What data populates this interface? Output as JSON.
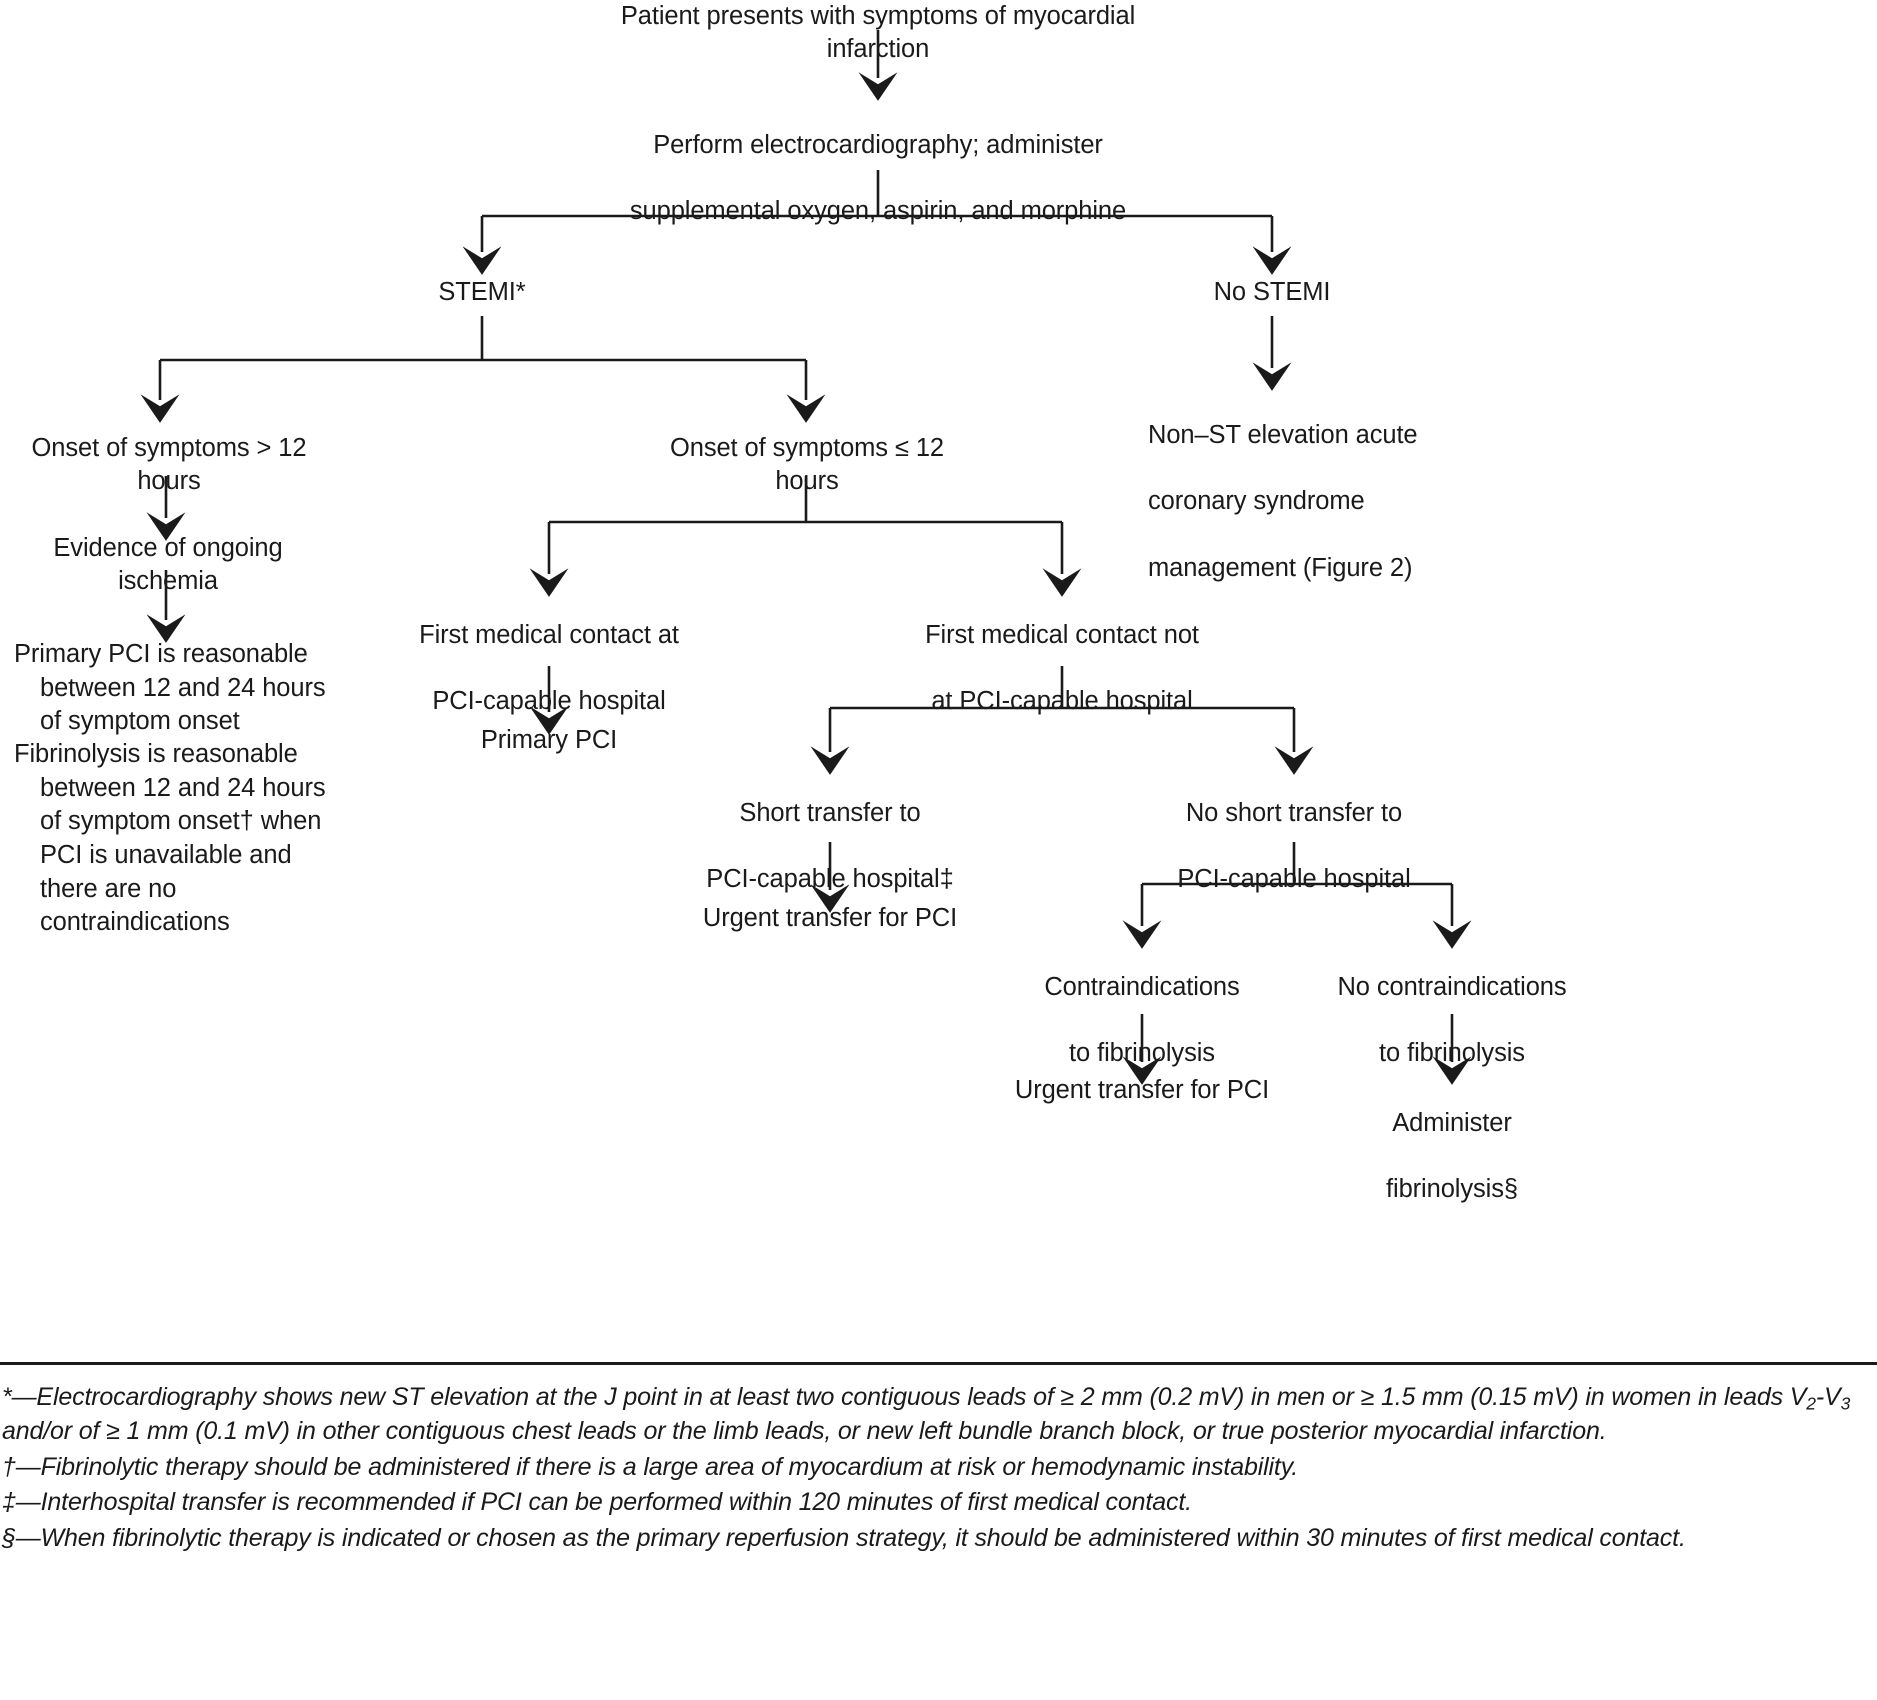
{
  "chart_data": {
    "type": "diagram",
    "title": "Management of suspected myocardial infarction",
    "diagram_kind": "clinical-decision-flowchart",
    "nodes": [
      {
        "id": "n1",
        "label": "Patient presents with symptoms of myocardial infarction"
      },
      {
        "id": "n2",
        "label": "Perform electrocardiography; administer\nsupplemental oxygen, aspirin, and morphine"
      },
      {
        "id": "n3",
        "label": "STEMI*"
      },
      {
        "id": "n4",
        "label": "No STEMI"
      },
      {
        "id": "n5",
        "label": "Non–ST elevation acute\ncoronary syndrome\nmanagement (Figure 2)"
      },
      {
        "id": "n6",
        "label": "Onset of symptoms > 12 hours"
      },
      {
        "id": "n7",
        "label": "Onset of symptoms ≤ 12 hours"
      },
      {
        "id": "n8",
        "label": "Evidence of ongoing ischemia"
      },
      {
        "id": "n9",
        "label": "Primary PCI is reasonable between 12 and 24 hours of symptom onset"
      },
      {
        "id": "n10",
        "label": "Fibrinolysis is reasonable between 12 and 24 hours of symptom onset† when PCI is unavailable and there are no contraindications"
      },
      {
        "id": "n11",
        "label": "First medical contact at\nPCI-capable hospital"
      },
      {
        "id": "n12",
        "label": "First medical contact not\nat PCI-capable hospital"
      },
      {
        "id": "n13",
        "label": "Primary PCI"
      },
      {
        "id": "n14",
        "label": "Short transfer to\nPCI-capable hospital‡"
      },
      {
        "id": "n15",
        "label": "No short transfer to\nPCI-capable hospital"
      },
      {
        "id": "n16",
        "label": "Urgent transfer for PCI"
      },
      {
        "id": "n17",
        "label": "Contraindications\nto fibrinolysis"
      },
      {
        "id": "n18",
        "label": "No contraindications\nto fibrinolysis"
      },
      {
        "id": "n19",
        "label": "Urgent transfer for PCI"
      },
      {
        "id": "n20",
        "label": "Administer\nfibrinolysis§"
      }
    ],
    "edges": [
      {
        "from": "n1",
        "to": "n2"
      },
      {
        "from": "n2",
        "to": "n3"
      },
      {
        "from": "n2",
        "to": "n4"
      },
      {
        "from": "n4",
        "to": "n5"
      },
      {
        "from": "n3",
        "to": "n6"
      },
      {
        "from": "n3",
        "to": "n7"
      },
      {
        "from": "n6",
        "to": "n8"
      },
      {
        "from": "n8",
        "to": "n9"
      },
      {
        "from": "n7",
        "to": "n11"
      },
      {
        "from": "n7",
        "to": "n12"
      },
      {
        "from": "n11",
        "to": "n13"
      },
      {
        "from": "n12",
        "to": "n14"
      },
      {
        "from": "n12",
        "to": "n15"
      },
      {
        "from": "n14",
        "to": "n16"
      },
      {
        "from": "n15",
        "to": "n17"
      },
      {
        "from": "n15",
        "to": "n18"
      },
      {
        "from": "n17",
        "to": "n19"
      },
      {
        "from": "n18",
        "to": "n20"
      }
    ],
    "footnote_markers": [
      "*",
      "†",
      "‡",
      "§"
    ]
  },
  "flow": {
    "root": "Patient presents with symptoms of myocardial infarction",
    "ecg_line1": "Perform electrocardiography; administer",
    "ecg_line2": "supplemental oxygen, aspirin, and morphine",
    "stemi": "STEMI*",
    "no_stemi": "No STEMI",
    "nste_line1": "Non–ST elevation acute",
    "nste_line2": "coronary syndrome",
    "nste_line3": "management (Figure 2)",
    "onset_gt12": "Onset of symptoms > 12 hours",
    "onset_le12": "Onset of symptoms ≤ 12 hours",
    "ongoing_ischemia": "Evidence of ongoing ischemia",
    "primary_pci_reasonable": "Primary PCI is reasonable between 12 and 24 hours of symptom onset",
    "fibrinolysis_reasonable": "Fibrinolysis is reasonable between 12 and 24 hours of symptom onset† when PCI is unavailable and there are no contraindications",
    "fmc_at_line1": "First medical contact at",
    "fmc_at_line2": "PCI-capable hospital",
    "fmc_not_line1": "First medical contact not",
    "fmc_not_line2": "at PCI-capable hospital",
    "primary_pci": "Primary PCI",
    "short_transfer_line1": "Short transfer to",
    "short_transfer_line2": "PCI-capable hospital‡",
    "no_short_transfer_line1": "No short transfer to",
    "no_short_transfer_line2": "PCI-capable hospital",
    "urgent_transfer_1": "Urgent transfer for PCI",
    "contra_line1": "Contraindications",
    "contra_line2": "to fibrinolysis",
    "no_contra_line1": "No contraindications",
    "no_contra_line2": "to fibrinolysis",
    "urgent_transfer_2": "Urgent transfer for PCI",
    "administer_line1": "Administer",
    "administer_line2": "fibrinolysis§"
  },
  "footnotes": {
    "star": {
      "prefix": "*—Electrocardiography shows new ST elevation at the J point in at least two contiguous leads of ≥ 2 mm (0.2 mV) in men or ≥ 1.5 mm (0.15 mV) in women in leads V",
      "sub1": "2",
      "mid": "-V",
      "sub2": "3",
      "suffix": " and/or of ≥ 1 mm (0.1 mV) in other contiguous chest leads or the limb leads, or new left bundle branch block, or true posterior myocardial infarction."
    },
    "dagger": "†—Fibrinolytic therapy should be administered if there is a large area of myocardium at risk or hemodynamic instability.",
    "ddagger": "‡—Interhospital transfer is recommended if PCI can be performed within 120 minutes of first medical contact.",
    "section": "§—When fibrinolytic therapy is indicated or chosen as the primary reperfusion strategy, it should be administered within 30 minutes of first medical contact."
  },
  "colors": {
    "ink": "#1a1a1a",
    "background": "#ffffff"
  }
}
